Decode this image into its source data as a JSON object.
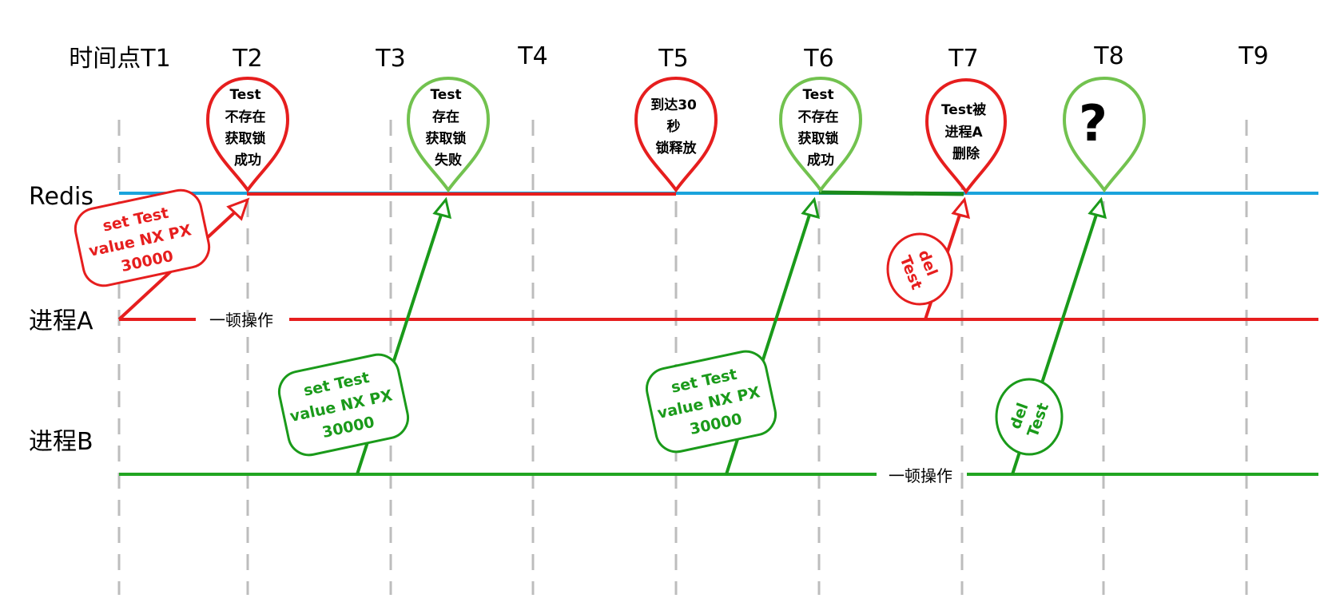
{
  "time_labels": [
    "时间点T1",
    "T2",
    "T3",
    "T4",
    "T5",
    "T6",
    "T7",
    "T8",
    "T9"
  ],
  "lanes": {
    "redis": "Redis",
    "process_a": "进程A",
    "process_b": "进程B"
  },
  "pins": [
    {
      "lines": [
        "Test",
        "不存在",
        "获取锁",
        "成功"
      ],
      "color": "#e61e1e"
    },
    {
      "lines": [
        "Test",
        "存在",
        "获取锁",
        "失败"
      ],
      "color": "#72c24f"
    },
    {
      "lines": [
        "到达30",
        "秒",
        "锁释放"
      ],
      "color": "#e61e1e"
    },
    {
      "lines": [
        "Test",
        "不存在",
        "获取锁",
        "成功"
      ],
      "color": "#72c24f"
    },
    {
      "lines": [
        "Test被",
        "进程A",
        "删除"
      ],
      "color": "#e61e1e"
    },
    {
      "lines": [
        "?"
      ],
      "color": "#72c24f"
    }
  ],
  "commands": [
    {
      "lines": [
        "set  Test",
        "value NX  PX",
        "30000"
      ],
      "color": "#e61e1e"
    },
    {
      "lines": [
        "set  Test",
        "value NX  PX",
        "30000"
      ],
      "color": "#1a9a1a"
    },
    {
      "lines": [
        "set  Test",
        "value NX  PX",
        "30000"
      ],
      "color": "#1a9a1a"
    },
    {
      "lines": [
        "del",
        "Test"
      ],
      "color": "#e61e1e"
    },
    {
      "lines": [
        "del",
        "Test"
      ],
      "color": "#1a9a1a"
    }
  ],
  "notes": {
    "a_busy": "一顿操作",
    "b_busy": "一顿操作"
  },
  "colors": {
    "redis_line": "#1aa3dc",
    "process_a": "#e61e1e",
    "process_b": "#22a522",
    "grid": "#bdbdbd",
    "lock_a": "#e61e1e",
    "lock_b": "#1a8a1a"
  }
}
